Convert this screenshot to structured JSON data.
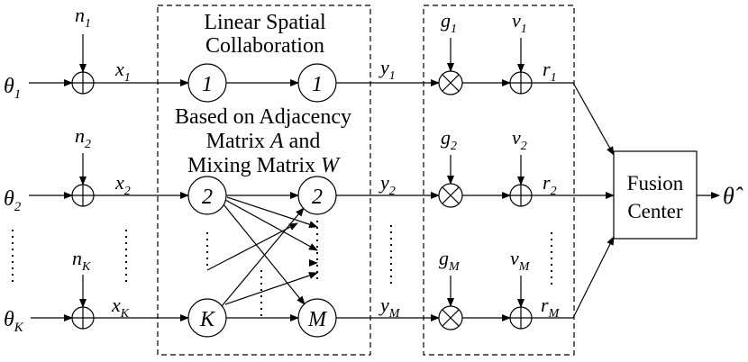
{
  "titles": {
    "collab_line1": "Linear Spatial",
    "collab_line2": "Collaboration",
    "adj_line1": "Based on Adjacency",
    "adj_line2_a": "Matrix ",
    "adj_line2_b": "A",
    "adj_line2_c": " and",
    "adj_line3_a": "Mixing Matrix ",
    "adj_line3_b": "W"
  },
  "inputs": [
    {
      "theta": "θ",
      "theta_sub": "1",
      "noise": "n",
      "noise_sub": "1",
      "x": "x",
      "x_sub": "1"
    },
    {
      "theta": "θ",
      "theta_sub": "2",
      "noise": "n",
      "noise_sub": "2",
      "x": "x",
      "x_sub": "2"
    },
    {
      "theta": "θ",
      "theta_sub": "K",
      "noise": "n",
      "noise_sub": "K",
      "x": "x",
      "x_sub": "K"
    }
  ],
  "sensor_nodes": [
    "1",
    "2",
    "K"
  ],
  "collab_nodes": [
    "1",
    "2",
    "M"
  ],
  "outputs": [
    {
      "y": "y",
      "y_sub": "1",
      "g": "g",
      "g_sub": "1",
      "v": "v",
      "v_sub": "1",
      "r": "r",
      "r_sub": "1"
    },
    {
      "y": "y",
      "y_sub": "2",
      "g": "g",
      "g_sub": "2",
      "v": "v",
      "v_sub": "2",
      "r": "r",
      "r_sub": "2"
    },
    {
      "y": "y",
      "y_sub": "M",
      "g": "g",
      "g_sub": "M",
      "v": "v",
      "v_sub": "M",
      "r": "r",
      "r_sub": "M"
    }
  ],
  "fusion": {
    "line1": "Fusion",
    "line2": "Center"
  },
  "estimate": {
    "symbol": "θ̂"
  }
}
